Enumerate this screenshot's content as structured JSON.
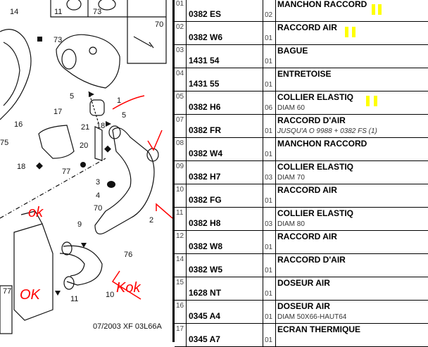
{
  "diagram": {
    "labels": {
      "l14": "14",
      "l11box": "11",
      "l73box": "73",
      "l70box": "70",
      "l73": "73",
      "l5a": "5",
      "l1": "1",
      "l5b": "5",
      "l17": "17",
      "l21": "21",
      "l18a": "18",
      "l16": "16",
      "l75": "75",
      "l20": "20",
      "l18b": "18",
      "l77a": "77",
      "l3": "3",
      "l4": "4",
      "l70": "70",
      "l2": "2",
      "l9": "9",
      "l76": "76",
      "l11": "11",
      "l10": "10",
      "l77box": "77"
    },
    "caption": "07/2003 XF 03L66A",
    "handwritten": {
      "ok1": "ok",
      "ok2": "OK",
      "ok3": "Kok"
    }
  },
  "parts": [
    {
      "index": "01",
      "ref": "0382 ES",
      "qty": "02",
      "desc": "MANCHON RACCORD",
      "sub": ""
    },
    {
      "index": "02",
      "ref": "0382 W6",
      "qty": "01",
      "desc": "RACCORD AIR",
      "sub": ""
    },
    {
      "index": "03",
      "ref": "1431 54",
      "qty": "01",
      "desc": "BAGUE",
      "sub": ""
    },
    {
      "index": "04",
      "ref": "1431 55",
      "qty": "01",
      "desc": "ENTRETOISE",
      "sub": ""
    },
    {
      "index": "05",
      "ref": "0382 H6",
      "qty": "06",
      "desc": "COLLIER ELASTIQ",
      "sub": "DIAM 60"
    },
    {
      "index": "07",
      "ref": "0382 FR",
      "qty": "01",
      "desc": "RACCORD D'AIR",
      "sub": "JUSQU'A O 9988 + 0382 FS (1)"
    },
    {
      "index": "08",
      "ref": "0382 W4",
      "qty": "01",
      "desc": "MANCHON RACCORD",
      "sub": ""
    },
    {
      "index": "09",
      "ref": "0382 H7",
      "qty": "03",
      "desc": "COLLIER ELASTIQ",
      "sub": "DIAM 70"
    },
    {
      "index": "10",
      "ref": "0382 FG",
      "qty": "01",
      "desc": "RACCORD AIR",
      "sub": ""
    },
    {
      "index": "11",
      "ref": "0382 H8",
      "qty": "03",
      "desc": "COLLIER ELASTIQ",
      "sub": "DIAM 80"
    },
    {
      "index": "12",
      "ref": "0382 W8",
      "qty": "01",
      "desc": "RACCORD AIR",
      "sub": ""
    },
    {
      "index": "14",
      "ref": "0382 W5",
      "qty": "01",
      "desc": "RACCORD D'AIR",
      "sub": ""
    },
    {
      "index": "15",
      "ref": "1628 NT",
      "qty": "01",
      "desc": "DOSEUR AIR",
      "sub": ""
    },
    {
      "index": "16",
      "ref": "0345 A4",
      "qty": "01",
      "desc": "DOSEUR AIR",
      "sub": "DIAM 50X66-HAUT64"
    },
    {
      "index": "17",
      "ref": "0345 A7",
      "qty": "01",
      "desc": "ECRAN THERMIQUE",
      "sub": ""
    }
  ],
  "colors": {
    "highlight": "#ffff00",
    "annotation": "#ff0000"
  }
}
